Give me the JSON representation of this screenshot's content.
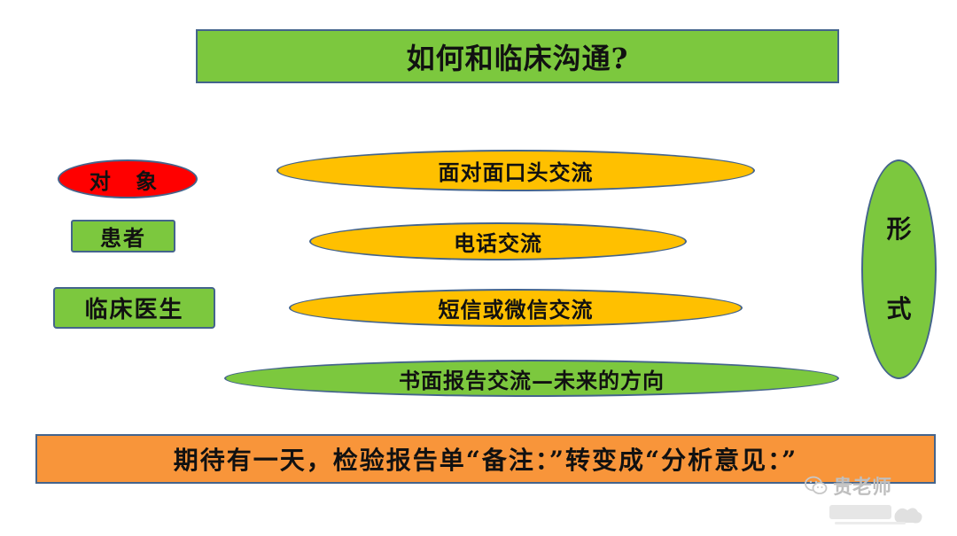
{
  "title": "如何和临床沟通?",
  "audience": {
    "heading": "对 象",
    "items": [
      "患者",
      "临床医生"
    ]
  },
  "forms": {
    "label_top": "形",
    "label_bottom": "式",
    "items": [
      "面对面口头交流",
      "电话交流",
      "短信或微信交流",
      "书面报告交流—未来的方向"
    ]
  },
  "bottom_banner": "期待有一天，检验报告单“备注：”转变成“分析意见：”",
  "watermark": {
    "name": "贵老师",
    "icon": "wechat-icon"
  },
  "colors": {
    "green": "#7cc83e",
    "yellow": "#ffc000",
    "red": "#ff0000",
    "orange": "#f8953a",
    "border": "#44648c"
  }
}
